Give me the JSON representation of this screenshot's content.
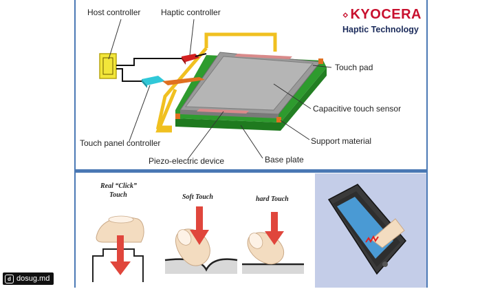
{
  "logo": {
    "brand": "KYOCERA",
    "subtitle": "Haptic Technology"
  },
  "diagram": {
    "labels": {
      "host_controller": "Host controller",
      "haptic_controller": "Haptic controller",
      "touch_pad": "Touch pad",
      "capacitive_sensor": "Capacitive touch sensor",
      "support_material": "Support material",
      "base_plate": "Base plate",
      "touch_panel_controller": "Touch panel controller",
      "piezo_device": "Piezo-electric device"
    }
  },
  "touch_types": {
    "real_click_line1": "Real “Click”",
    "real_click_line2": "Touch",
    "soft_touch": "Soft Touch",
    "hard_touch": "hard Touch"
  },
  "watermark": {
    "text": "dosug.md"
  },
  "colors": {
    "frame": "#4a78b4",
    "brand": "#c8102e",
    "base_plate": "#2e9b2e",
    "connector": "#f0c020",
    "arrow": "#e0463c"
  }
}
